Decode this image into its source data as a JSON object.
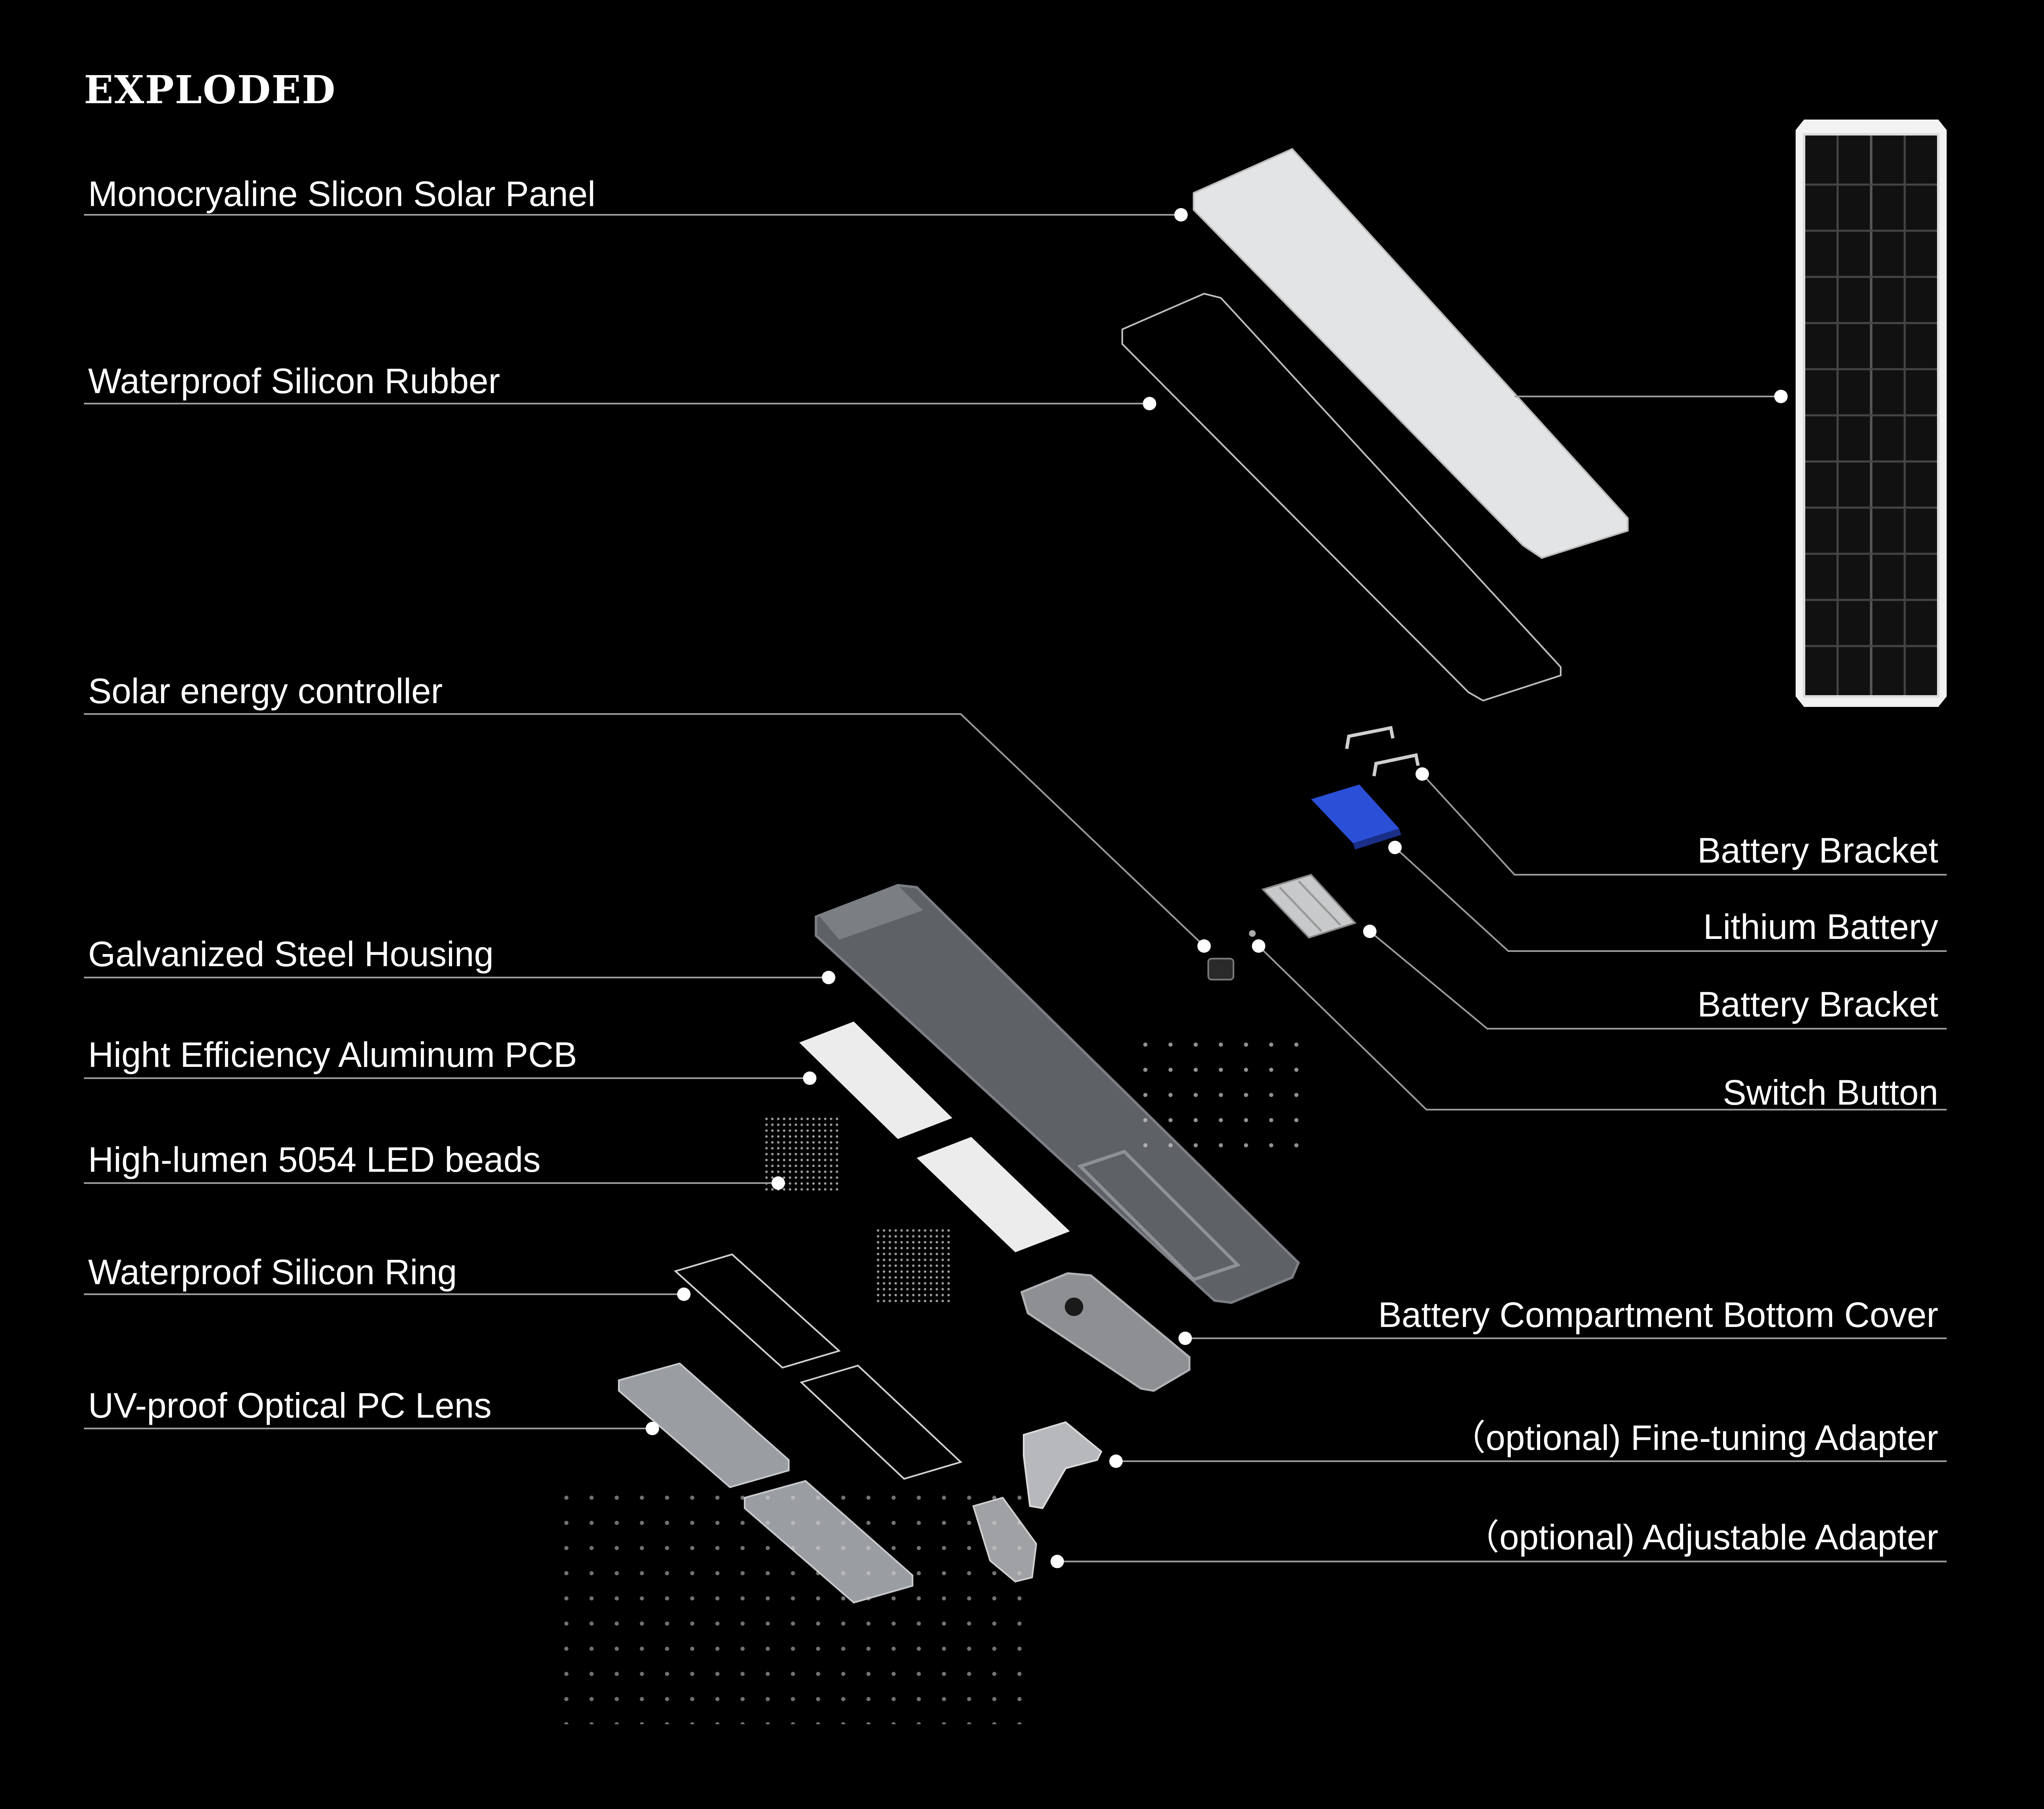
{
  "title": "EXPLODED",
  "labels": {
    "solar_panel": "Monocryaline Slicon Solar Panel",
    "silicon_rubber": "Waterproof Silicon Rubber",
    "controller": "Solar energy controller",
    "housing": "Galvanized Steel Housing",
    "pcb": "Hight Efficiency Aluminum PCB",
    "led_beads": "High-lumen 5054  LED beads",
    "silicon_ring": "Waterproof Silicon Ring",
    "pc_lens": "UV-proof Optical PC Lens",
    "battery_bracket_top": "Battery Bracket",
    "lithium_battery": "Lithium Battery",
    "battery_bracket_bottom": "Battery Bracket",
    "switch_button": "Switch Button",
    "bottom_cover": "Battery Compartment Bottom Cover",
    "fine_tuning_adapter": "（optional) Fine-tuning Adapter",
    "adjustable_adapter": "（optional) Adjustable Adapter"
  },
  "colors": {
    "background": "#000000",
    "text": "#ffffff",
    "leader_line": "#9a9a9a",
    "battery_blue": "#2b4fd6",
    "housing_gray": "#5e6166",
    "panel_white": "#e6e7e8"
  }
}
